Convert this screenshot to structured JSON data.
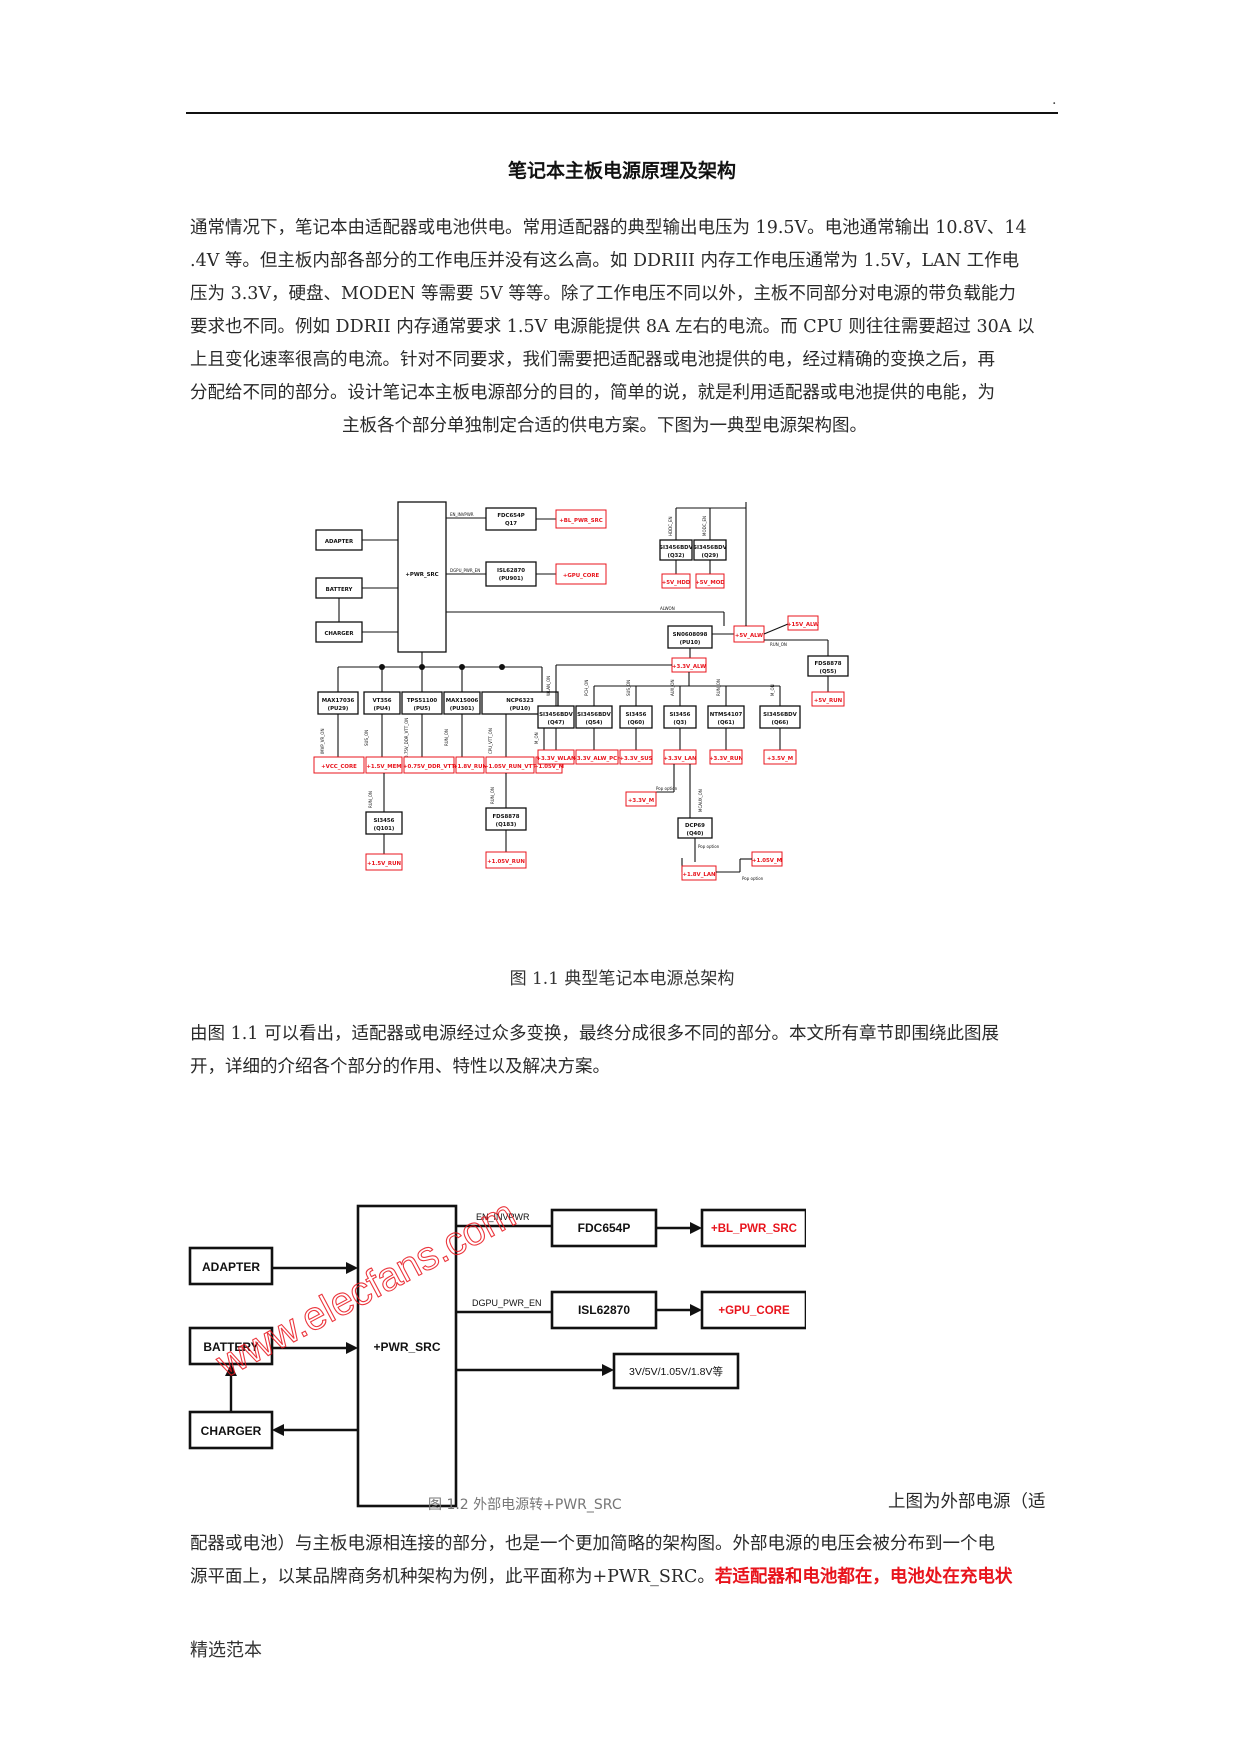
{
  "header": {
    "mark": "."
  },
  "title": "笔记本主板电源原理及架构",
  "intro": [
    "通常情况下，笔记本由适配器或电池供电。常用适配器的典型输出电压为 19.5V。电池通常输出 10.8V、14",
    ".4V 等。但主板内部各部分的工作电压并没有这么高。如 DDRIII 内存工作电压通常为 1.5V，LAN 工作电",
    "压为 3.3V，硬盘、MODEN 等需要 5V 等等。除了工作电压不同以外，主板不同部分对电源的带负载能力",
    "要求也不同。例如 DDRII 内存通常要求 1.5V 电源能提供 8A 左右的电流。而 CPU 则往往需要超过 30A 以",
    "上且变化速率很高的电流。针对不同要求，我们需要把适配器或电池提供的电，经过精确的变换之后，再",
    "分配给不同的部分。设计笔记本主板电源部分的目的，简单的说，就是利用适配器或电池提供的电能，为",
    "主板各个部分单独制定合适的供电方案。下图为一典型电源架构图。"
  ],
  "figure1": {
    "caption": "图 1.1  典型笔记本电源总架构",
    "inputs": [
      "ADAPTER",
      "BATTERY",
      "CHARGER"
    ],
    "hub": "+PWR_SRC",
    "top_signals": [
      "EN_INVPWR",
      "DGPU_PWR_EN"
    ],
    "top_converters": [
      {
        "name": "FDC654P",
        "ref": "Q17",
        "out": "+BL_PWR_SRC"
      },
      {
        "name": "ISL62870",
        "ref": "(PU901)",
        "out": "+GPU_CORE"
      }
    ],
    "bottom_converters": [
      {
        "name": "MAX17036",
        "ref": "(PU29)",
        "sig": "IMVP_VR_ON",
        "out": "+VCC_CORE"
      },
      {
        "name": "VT356",
        "ref": "(PU4)",
        "sig": "SUS_ON",
        "out": "+1.5V_MEM"
      },
      {
        "name": "TPS51100",
        "ref": "(PU5)",
        "sig": "0.75V_DDR_VTT_ON",
        "out": "+0.75V_DDR_VTT"
      },
      {
        "name": "MAX15006",
        "ref": "(PU301)",
        "sig": "RUN_ON",
        "out": "+1.8V_RUN"
      },
      {
        "name": "NCP6323",
        "ref": "(PU10)",
        "sig": "CPU_VTT_ON",
        "out": "+1.05V_RUN_VTT",
        "out2": "+1.05V_M",
        "sig2": "M_ON"
      }
    ],
    "bottom_sub": [
      {
        "sig": "RUN_ON",
        "name": "SI3456",
        "ref": "(Q101)",
        "out": "+1.5V_RUN"
      },
      {
        "sig": "RUN_ON",
        "name": "FDS8878",
        "ref": "(Q183)",
        "out": "+1.05V_RUN"
      }
    ],
    "right_top": [
      {
        "sig": "HDDC_EN",
        "name": "SI3456BDV",
        "ref": "(Q32)",
        "out": "+5V_HDD"
      },
      {
        "sig": "MODC_EN",
        "name": "SI3456BDV",
        "ref": "(Q29)",
        "out": "+5V_MOD"
      }
    ],
    "alw": {
      "sig": "ALWON",
      "name": "SN0608098",
      "ref": "(PU10)",
      "out5": "+5V_ALW",
      "out3": "+3.3V_ALW",
      "out15": "+15V_ALW",
      "run_sig": "RUN_ON",
      "fds": "FDS8878",
      "fds_ref": "(Q55)",
      "run5": "+5V_RUN"
    },
    "right_bottom": [
      {
        "sig": "WLAN_ON",
        "name": "SI3456BDV",
        "ref": "(Q47)",
        "out": "+3.3V_WLAN"
      },
      {
        "sig": "PCH_ON",
        "name": "SI3456BDV",
        "ref": "(Q54)",
        "out": "+3.3V_ALW_PCH"
      },
      {
        "sig": "SUS_ON",
        "name": "SI3456",
        "ref": "(Q60)",
        "out": "+3.3V_SUS"
      },
      {
        "sig": "AUX_ON",
        "name": "SI3456",
        "ref": "(Q3)",
        "out": "+3.3V_LAN"
      },
      {
        "sig": "RUN_ON",
        "name": "NTMS4107",
        "ref": "(Q61)",
        "out": "+3.3V_RUN"
      },
      {
        "sig": "M_ON",
        "name": "SI3456BDV",
        "ref": "(Q66)",
        "out": "+3.5V_M"
      }
    ],
    "lan": {
      "pop": "Pop option",
      "m": "+3.3V_M",
      "sig": "MCAUX_ON",
      "name": "DCP69",
      "ref": "(Q40)",
      "pop2": "Pop option",
      "out": "+1.8V_LAN",
      "m2": "+1.05V_M",
      "pop3": "Pop option"
    }
  },
  "para2": [
    "由图 1.1  可以看出，适配器或电源经过众多变换，最终分成很多不同的部分。本文所有章节即围绕此图展",
    "开，详细的介绍各个部分的作用、特性以及解决方案。"
  ],
  "figure2": {
    "inputs": [
      "ADAPTER",
      "BATTERY",
      "CHARGER"
    ],
    "hub": "+PWR_SRC",
    "signals": [
      "EN_INVPWR",
      "DGPU_PWR_EN"
    ],
    "converters": [
      "FDC654P",
      "ISL62870"
    ],
    "outputs": [
      "+BL_PWR_SRC",
      "+GPU_CORE"
    ],
    "others": "3V/5V/1.05V/1.8V等",
    "watermark": "www.elecfans.com",
    "caption": "图 1.2  外部电源转+PWR_SRC"
  },
  "para3": {
    "tail": "上图为外部电源（适",
    "line1": "配器或电池）与主板电源相连接的部分，也是一个更加简略的架构图。外部电源的电压会被分布到一个电",
    "line2_plain": "源平面上，以某品牌商务机种架构为例，此平面称为+PWR_SRC。",
    "line2_red": "若适配器和电池都在，电池处在充电状"
  },
  "footer": "精选范本",
  "colors": {
    "accent_red": "#e8141c",
    "text": "#2a2a2a"
  }
}
